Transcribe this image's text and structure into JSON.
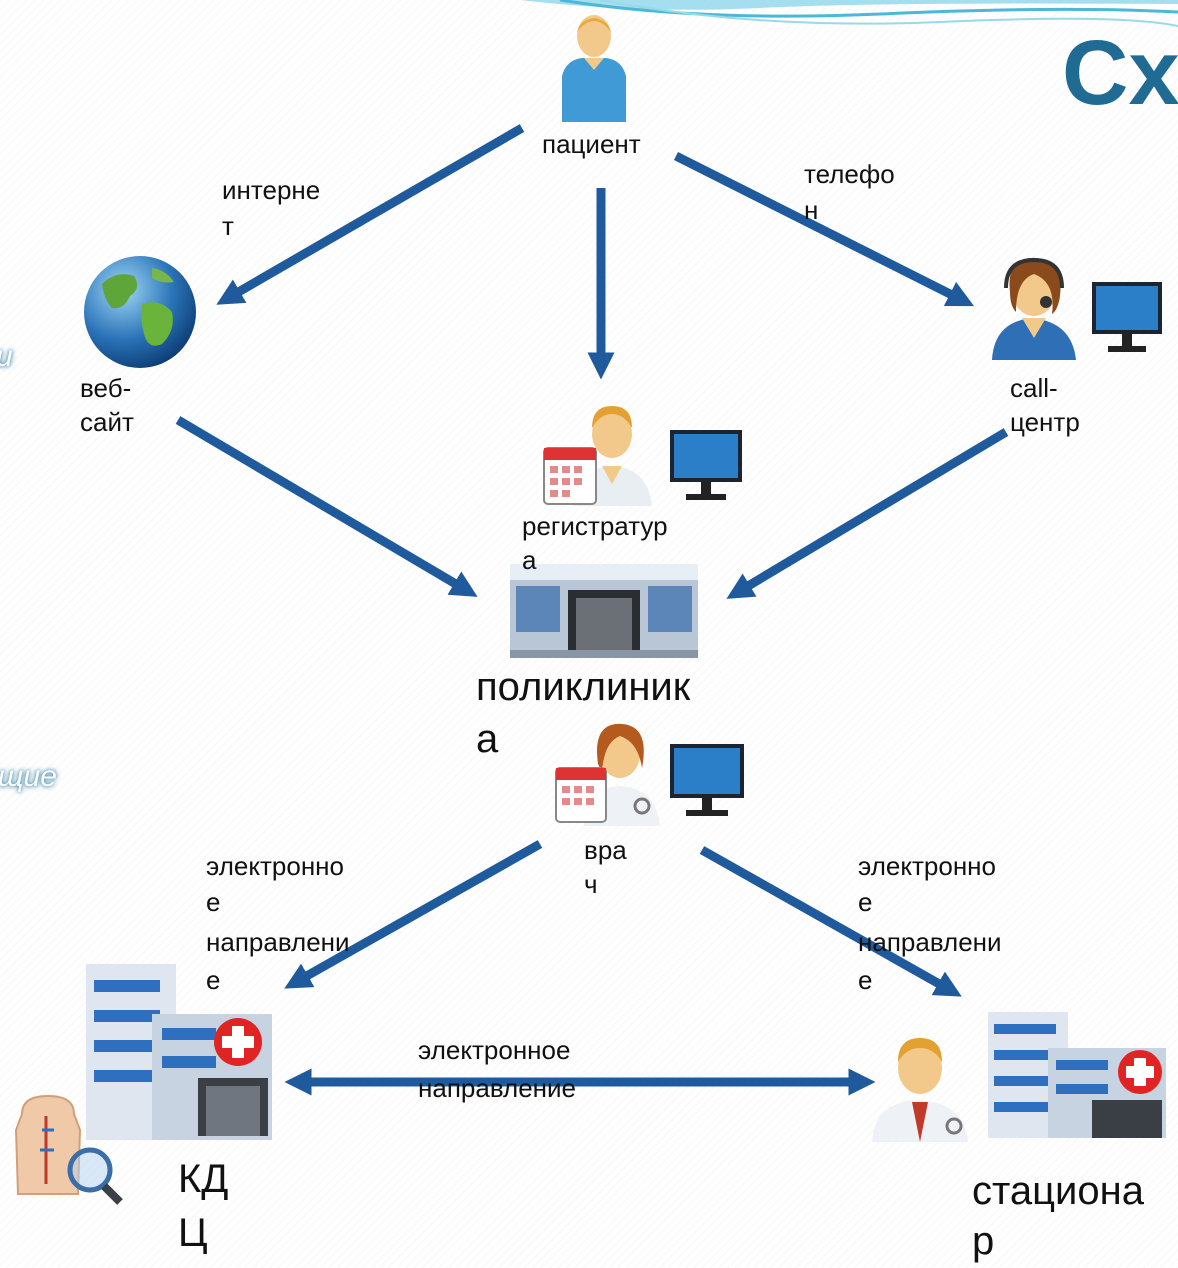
{
  "title": "Сх",
  "edge_fragments": {
    "left_top": "и",
    "left_mid": "щие"
  },
  "nodes": {
    "patient": "пациент",
    "website": [
      "веб-",
      "сайт"
    ],
    "call_center": [
      "call-",
      "центр"
    ],
    "registry": [
      "регистратур",
      "а"
    ],
    "clinic": [
      "поликлиник",
      "а"
    ],
    "doctor": [
      "вра",
      "ч"
    ],
    "kdc": [
      "КД",
      "Ц"
    ],
    "hospital": [
      "стациона",
      "р"
    ]
  },
  "edge_labels": {
    "internet": [
      "интерне",
      "т"
    ],
    "phone": [
      "телефо",
      "н"
    ],
    "referral_left": [
      "электронно",
      "е",
      "направлени",
      "е"
    ],
    "referral_right": [
      "электронно",
      "е",
      "направлени",
      "е"
    ],
    "referral_bottom": [
      "электронное",
      "направление"
    ]
  },
  "colors": {
    "arrow": "#1f5a9c",
    "title": "#1f6b94",
    "accent_wave": "#4ab8d8"
  }
}
